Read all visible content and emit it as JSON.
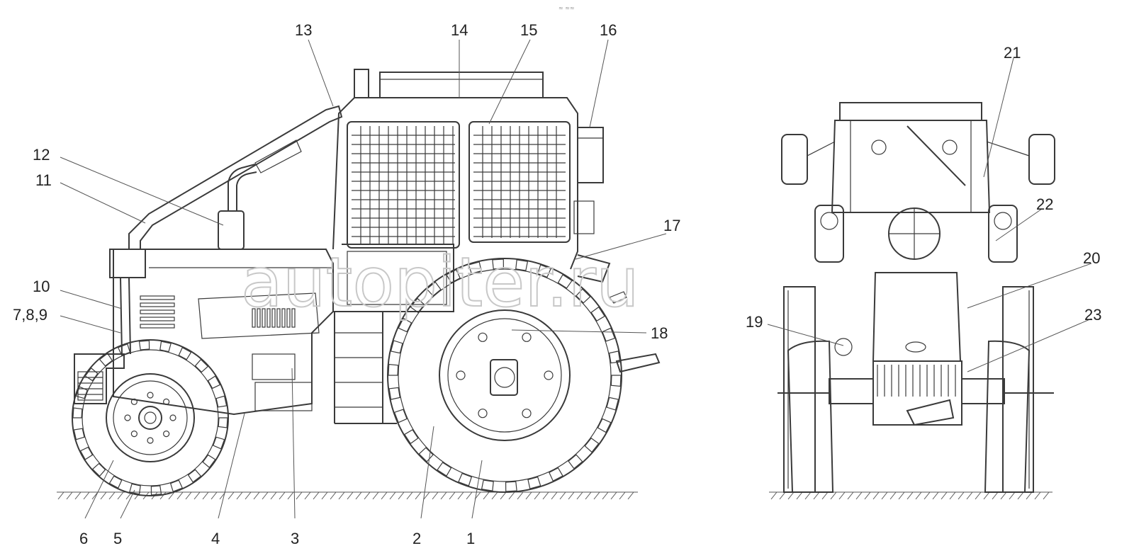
{
  "watermark": "autopiter.ru",
  "header_mark": "≈ ≈≈",
  "callouts": [
    "1",
    "2",
    "3",
    "4",
    "5",
    "6",
    "7,8,9",
    "10",
    "11",
    "12",
    "13",
    "14",
    "15",
    "16",
    "17",
    "18",
    "19",
    "20",
    "21",
    "22",
    "23"
  ],
  "side_view_labels": [
    "1",
    "2",
    "3",
    "4",
    "5",
    "6",
    "7,8,9",
    "10",
    "11",
    "12",
    "13",
    "14",
    "15",
    "16",
    "17",
    "18"
  ],
  "front_view_labels": [
    "19",
    "20",
    "21",
    "22",
    "23"
  ]
}
